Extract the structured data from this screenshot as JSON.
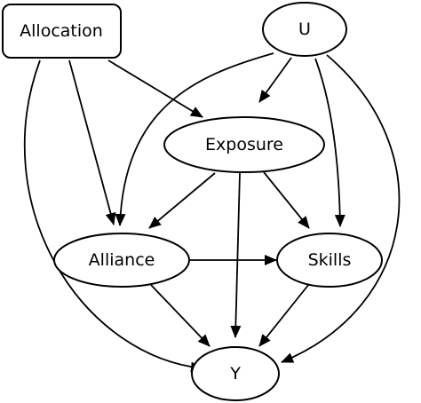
{
  "nodes": {
    "allocation": "Allocation",
    "u": "U",
    "exposure": "Exposure",
    "alliance": "Alliance",
    "skills": "Skills",
    "y": "Y"
  },
  "edges": [
    {
      "from": "allocation",
      "to": "exposure"
    },
    {
      "from": "allocation",
      "to": "alliance"
    },
    {
      "from": "allocation",
      "to": "y"
    },
    {
      "from": "u",
      "to": "exposure"
    },
    {
      "from": "u",
      "to": "alliance"
    },
    {
      "from": "u",
      "to": "skills"
    },
    {
      "from": "u",
      "to": "y"
    },
    {
      "from": "exposure",
      "to": "alliance"
    },
    {
      "from": "exposure",
      "to": "skills"
    },
    {
      "from": "exposure",
      "to": "y"
    },
    {
      "from": "alliance",
      "to": "skills"
    },
    {
      "from": "alliance",
      "to": "y"
    },
    {
      "from": "skills",
      "to": "y"
    }
  ],
  "colors": {
    "stroke": "#000000",
    "fill": "#ffffff"
  }
}
